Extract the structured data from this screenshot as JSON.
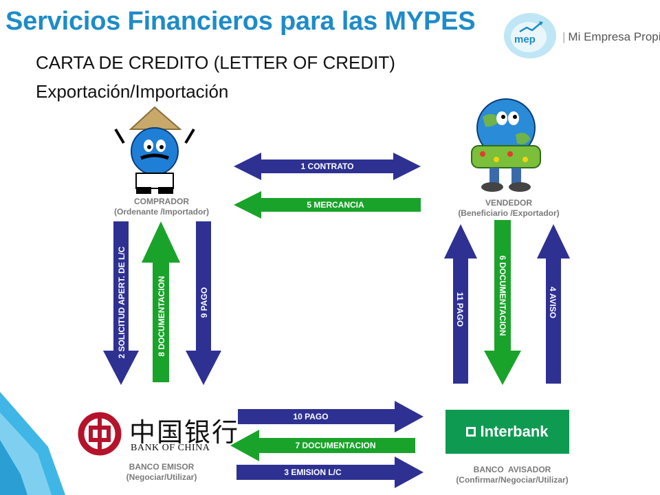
{
  "header": {
    "title": "Servicios Financieros para las MYPES",
    "subtitle_line1": "CARTA DE CREDITO (LETTER OF CREDIT)",
    "subtitle_line2": "Exportación/Importación"
  },
  "logo": {
    "badge": "mep",
    "name": "Mi Empresa Propia"
  },
  "parties": {
    "buyer": {
      "name": "COMPRADOR",
      "role": "(Ordenante /Importador)"
    },
    "seller": {
      "name": "VENDEDOR",
      "role": "(Beneficiario /Exportador)"
    },
    "issuing_bank": {
      "name": "BANCO EMISOR",
      "role": "(Negociar/Utilizar)",
      "logo_cn": "中国银行",
      "logo_en": "BANK OF CHINA"
    },
    "advising_bank": {
      "name": "BANCO  AVISADOR",
      "role": "(Confirmar/Negociar/Utilizar)",
      "logo": "Interbank"
    }
  },
  "steps": {
    "s1": "1 CONTRATO",
    "s2": "2 SOLICITUD APERT. DE L/C",
    "s3": "3 EMISION L/C",
    "s4": "4 AVISO",
    "s5": "5 MERCANCIA",
    "s6": "6 DOCUMENTACION",
    "s7": "7 DOCUMENTACION",
    "s8": "8 DOCUMENTACION",
    "s9": "9 PAGO",
    "s10": "10 PAGO",
    "s11": "11 PAGO"
  },
  "colors": {
    "title": "#1e8bc8",
    "arrow_blue": "#2e3192",
    "arrow_green": "#1aa32a",
    "interbank": "#0f9a52",
    "boc_red": "#b5132b"
  }
}
